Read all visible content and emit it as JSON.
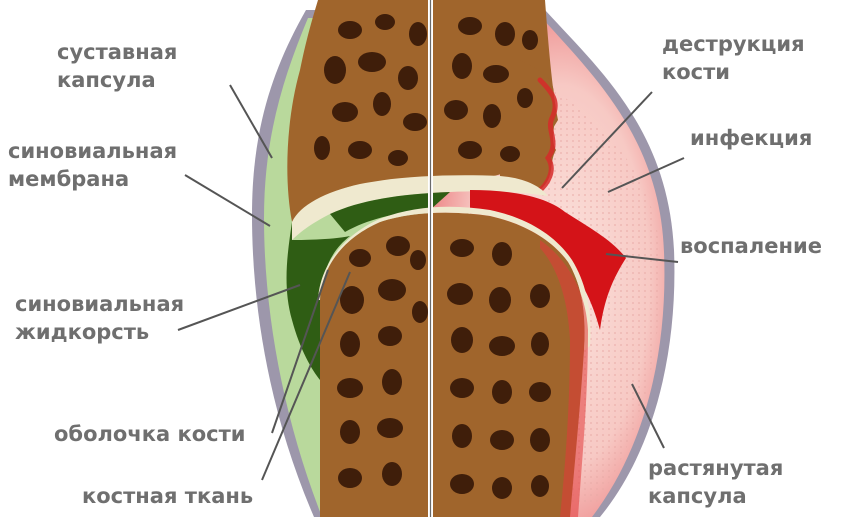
{
  "diagram": {
    "labels": {
      "joint_capsule": [
        "суставная",
        "капсула"
      ],
      "synovial_membrane": [
        "синовиальная",
        "мембрана"
      ],
      "synovial_fluid": [
        "синовиальная",
        "жидкорсть"
      ],
      "periosteum": "оболочка кости",
      "bone_tissue": "костная ткань",
      "bone_destruction": [
        "деструкция",
        "кости"
      ],
      "infection": "инфекция",
      "inflammation": "воспаление",
      "stretched_capsule": [
        "растянутая",
        "капсула"
      ]
    },
    "colors": {
      "bone": "#a0652c",
      "bone_dark": "#7a4418",
      "pore": "#3f1e0a",
      "cartilage": "#f1ecd0",
      "synovial_fluid": "#2f5d14",
      "synovial_fluid_light": "#a9cf86",
      "capsule": "#9e98ac",
      "infection_fill": "#f9d4d0",
      "inflammation": "#d41318",
      "pointer_line": "#555555",
      "label_text": "#6f6f6f"
    }
  }
}
